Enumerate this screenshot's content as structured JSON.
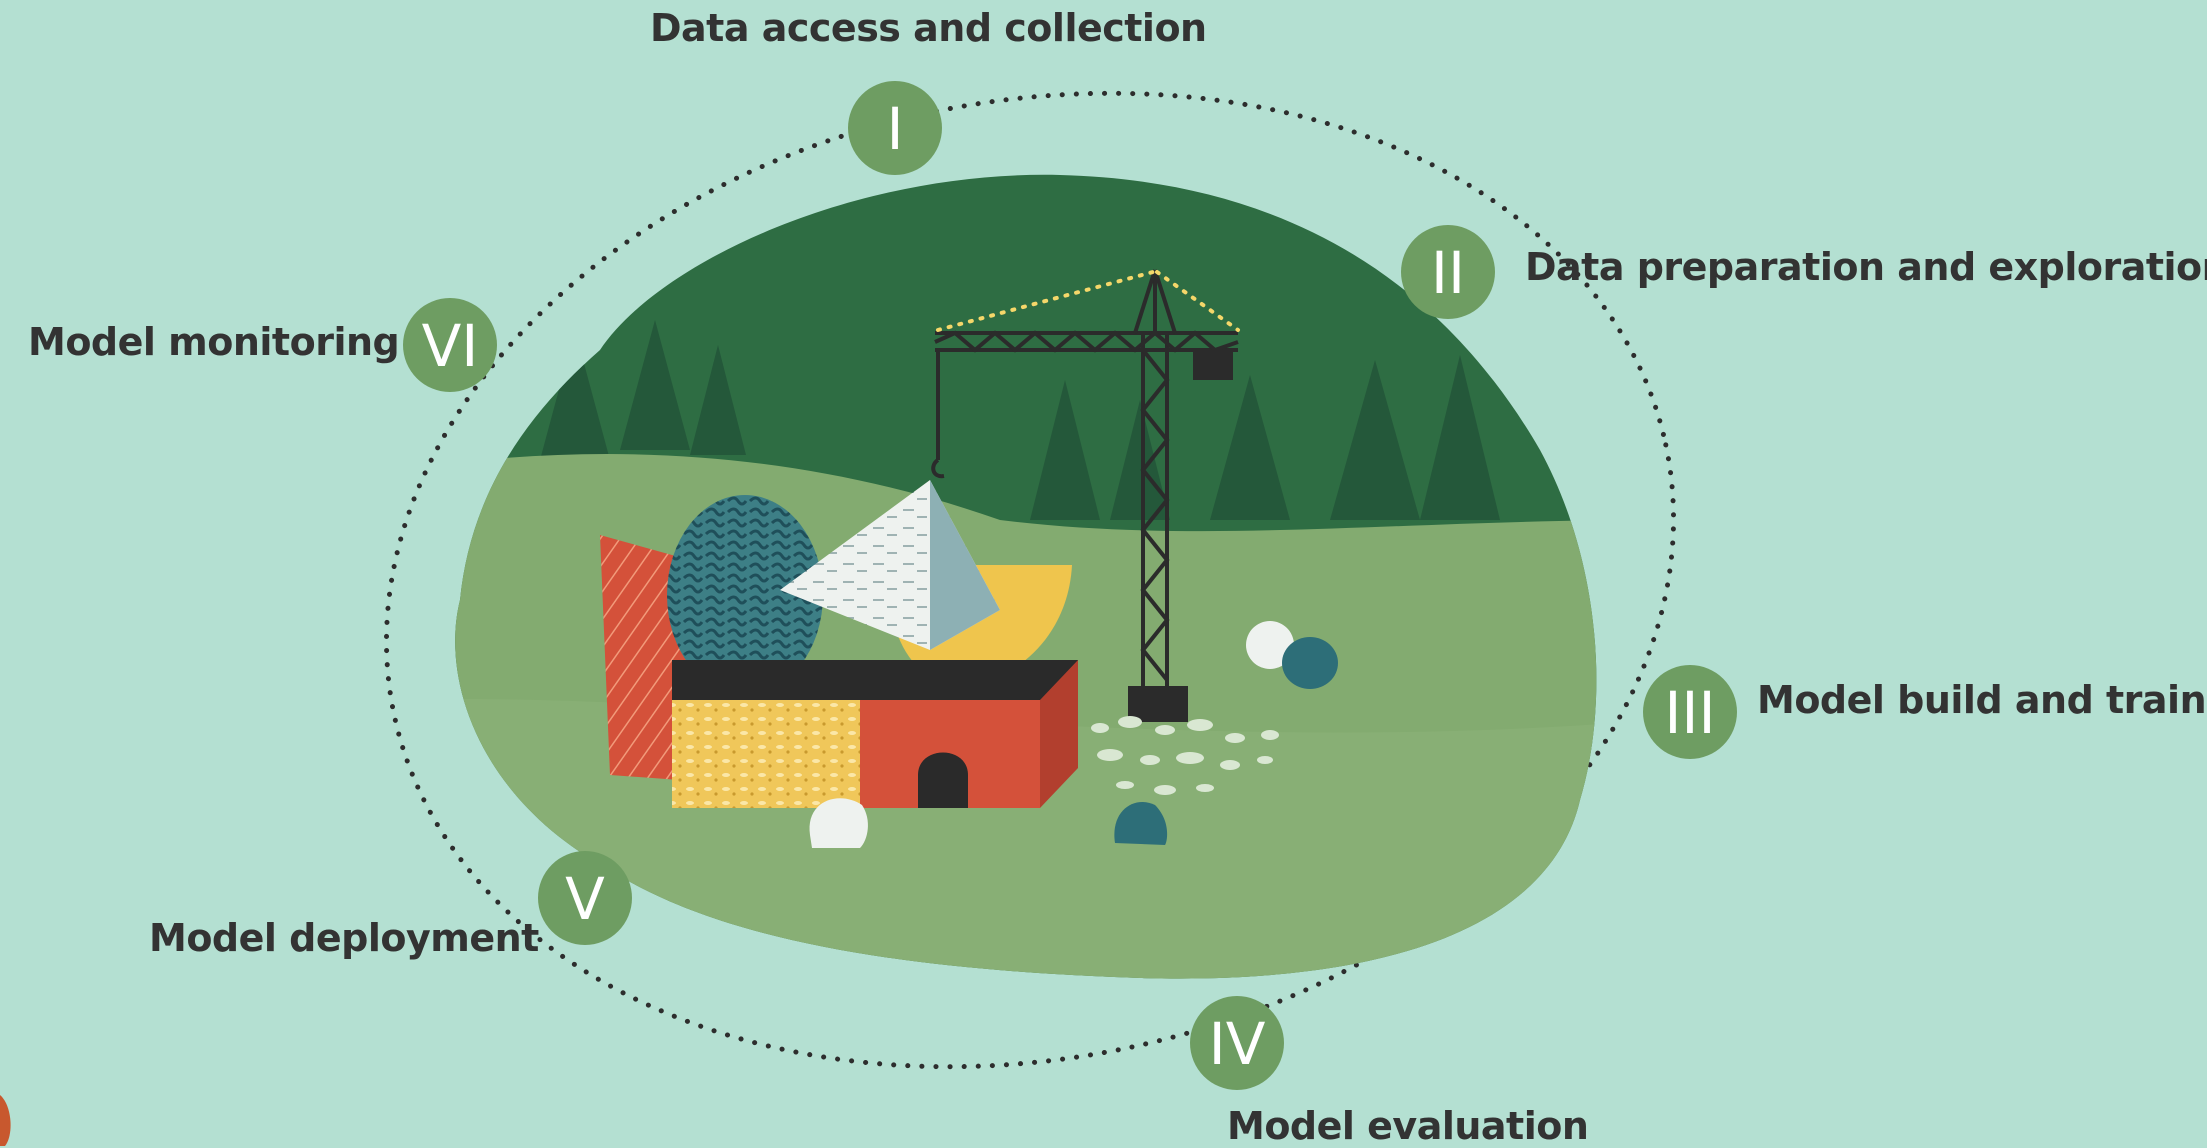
{
  "steps": [
    {
      "numeral": "I",
      "label": "Data access and collection"
    },
    {
      "numeral": "II",
      "label": "Data preparation and exploration"
    },
    {
      "numeral": "III",
      "label": "Model build and train"
    },
    {
      "numeral": "IV",
      "label": "Model evaluation"
    },
    {
      "numeral": "V",
      "label": "Model deployment"
    },
    {
      "numeral": "VI",
      "label": "Model monitoring"
    }
  ],
  "colors": {
    "background": "#b4e0d2",
    "badge": "#6e9d62",
    "label_text": "#333333",
    "forest": "#2e6d43",
    "meadow": "#83ab70",
    "cycle_dots": "#2d2d2d"
  },
  "icons": [
    "cycle-path",
    "crane-illustration",
    "building-blocks-illustration",
    "pine-tree-icon",
    "rock-icon"
  ]
}
